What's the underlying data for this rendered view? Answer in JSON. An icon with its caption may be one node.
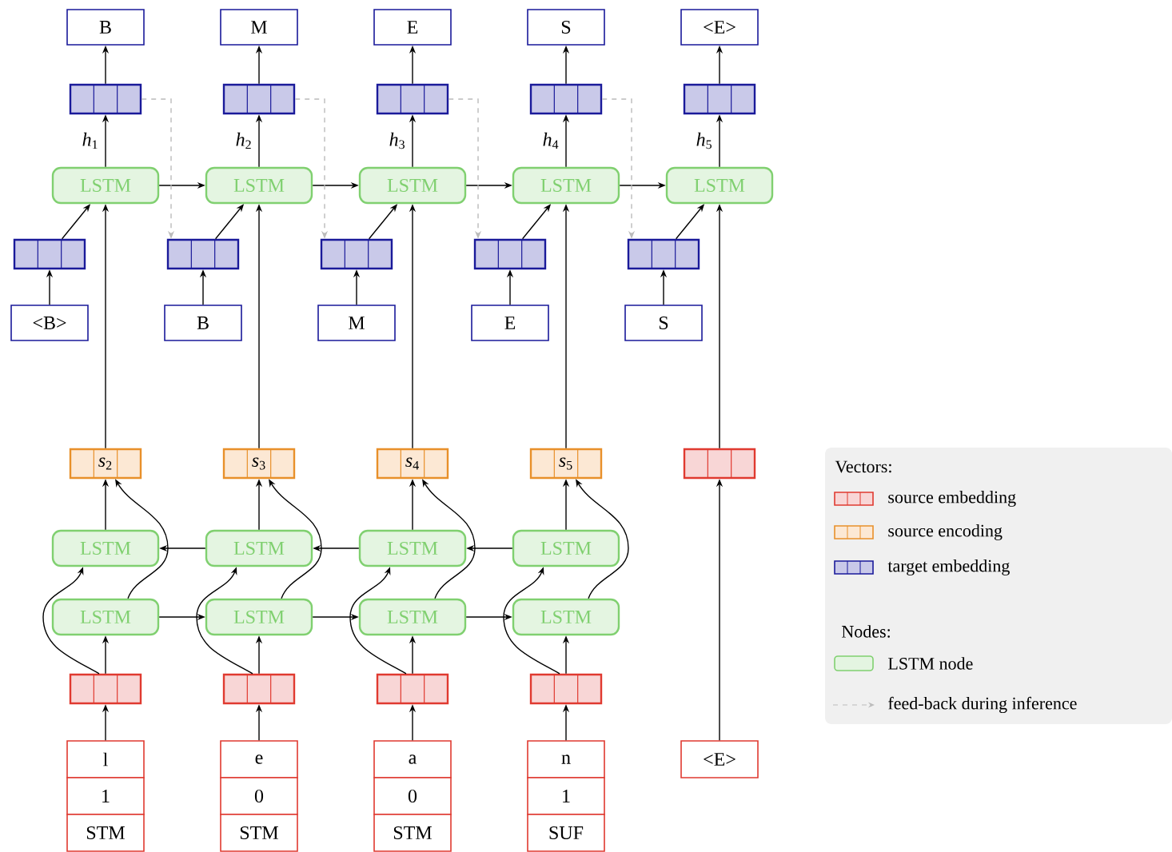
{
  "diagram": {
    "nodes": [
      {
        "text": [
          "B"
        ]
      },
      {
        "text": [
          "M"
        ]
      },
      {
        "text": [
          "E"
        ]
      },
      {
        "text": [
          "S"
        ]
      },
      {
        "text": [
          "<E>"
        ]
      },
      {
        "text": [],
        "shape": "box"
      },
      {
        "text": [],
        "shape": "box"
      },
      {
        "text": [],
        "shape": "box"
      },
      {
        "text": [],
        "shape": "box"
      },
      {
        "text": [],
        "shape": "box"
      },
      {
        "text": [
          "LSTM"
        ]
      },
      {
        "text": [
          "LSTM"
        ]
      },
      {
        "text": [
          "LSTM"
        ]
      },
      {
        "text": [
          "LSTM"
        ]
      },
      {
        "text": [
          "LSTM"
        ]
      },
      {
        "text": [],
        "shape": "box"
      },
      {
        "text": [],
        "shape": "box"
      },
      {
        "text": [],
        "shape": "box"
      },
      {
        "text": [],
        "shape": "box"
      },
      {
        "text": [],
        "shape": "box"
      },
      {
        "text": [
          "<B>"
        ]
      },
      {
        "text": [
          "B"
        ]
      },
      {
        "text": [
          "M"
        ]
      },
      {
        "text": [
          "E"
        ]
      },
      {
        "text": [
          "S"
        ]
      },
      {
        "text": [
          "*s*$_{2}$"
        ]
      },
      {
        "text": [
          "*s*$_{3}$"
        ]
      },
      {
        "text": [
          "*s*$_{4}$"
        ]
      },
      {
        "text": [
          "*s*$_{5}$"
        ]
      },
      {
        "text": [],
        "shape": "box"
      },
      {
        "text": [
          "LSTM"
        ]
      },
      {
        "text": [
          "LSTM"
        ]
      },
      {
        "text": [
          "LSTM"
        ]
      },
      {
        "text": [
          "LSTM"
        ]
      },
      {
        "text": [
          "LSTM"
        ]
      },
      {
        "text": [
          "LSTM"
        ]
      },
      {
        "text": [
          "LSTM"
        ]
      },
      {
        "text": [
          "LSTM"
        ]
      },
      {
        "text": [],
        "shape": "box"
      },
      {
        "text": [],
        "shape": "box"
      },
      {
        "text": [],
        "shape": "box"
      },
      {
        "text": [],
        "shape": "box"
      },
      {
        "text": [
          "l"
        ]
      },
      {
        "text": [
          "e"
        ]
      },
      {
        "text": [
          "a"
        ]
      },
      {
        "text": [
          "n"
        ]
      },
      {
        "text": [
          "<E>"
        ]
      },
      {
        "text": [
          "1"
        ]
      },
      {
        "text": [
          "0"
        ]
      },
      {
        "text": [
          "0"
        ]
      },
      {
        "text": [
          "1"
        ]
      },
      {
        "text": [
          "STM"
        ]
      },
      {
        "text": [
          "STM"
        ]
      },
      {
        "text": [
          "STM"
        ]
      },
      {
        "text": [
          "SUF"
        ]
      }
    ],
    "edges": [
      {
        "from": 10,
        "to": 5,
        "arrow": "to",
        "label": "*h*$_{1}$"
      },
      {
        "from": 11,
        "to": 6,
        "arrow": "to",
        "label": "*h*$_{2}$"
      },
      {
        "from": 12,
        "to": 7,
        "arrow": "to",
        "label": "*h*$_{3}$"
      },
      {
        "from": 13,
        "to": 8,
        "arrow": "to",
        "label": "*h*$_{4}$"
      },
      {
        "from": 14,
        "to": 9,
        "arrow": "to",
        "label": "*h*$_{5}$"
      },
      {
        "from": 5,
        "to": 0,
        "arrow": "to"
      },
      {
        "from": 6,
        "to": 1,
        "arrow": "to"
      },
      {
        "from": 7,
        "to": 2,
        "arrow": "to"
      },
      {
        "from": 8,
        "to": 3,
        "arrow": "to"
      },
      {
        "from": 9,
        "to": 4,
        "arrow": "to"
      },
      {
        "from": 20,
        "to": 15,
        "arrow": "to"
      },
      {
        "from": 21,
        "to": 16,
        "arrow": "to"
      },
      {
        "from": 22,
        "to": 17,
        "arrow": "to"
      },
      {
        "from": 23,
        "to": 18,
        "arrow": "to"
      },
      {
        "from": 24,
        "to": 19,
        "arrow": "to"
      },
      {
        "from": 15,
        "to": 10,
        "arrow": "to"
      },
      {
        "from": 16,
        "to": 11,
        "arrow": "to"
      },
      {
        "from": 17,
        "to": 12,
        "arrow": "to"
      },
      {
        "from": 18,
        "to": 13,
        "arrow": "to"
      },
      {
        "from": 19,
        "to": 14,
        "arrow": "to"
      },
      {
        "from": 10,
        "to": 11,
        "arrow": "to"
      },
      {
        "from": 11,
        "to": 12,
        "arrow": "to"
      },
      {
        "from": 12,
        "to": 13,
        "arrow": "to"
      },
      {
        "from": 13,
        "to": 14,
        "arrow": "to"
      },
      {
        "from": 5,
        "to": 16,
        "arrow": "to",
        "style": "dashed",
        "color": "#bbbbbb"
      },
      {
        "from": 6,
        "to": 17,
        "arrow": "to",
        "style": "dashed",
        "color": "#bbbbbb"
      },
      {
        "from": 7,
        "to": 18,
        "arrow": "to",
        "style": "dashed",
        "color": "#bbbbbb"
      },
      {
        "from": 8,
        "to": 19,
        "arrow": "to",
        "style": "dashed",
        "color": "#bbbbbb"
      },
      {
        "from": 25,
        "to": 10,
        "arrow": "to"
      },
      {
        "from": 26,
        "to": 11,
        "arrow": "to"
      },
      {
        "from": 27,
        "to": 12,
        "arrow": "to"
      },
      {
        "from": 28,
        "to": 13,
        "arrow": "to"
      },
      {
        "from": 29,
        "to": 14,
        "arrow": "to"
      },
      {
        "from": 42,
        "to": 38,
        "arrow": "to"
      },
      {
        "from": 43,
        "to": 39,
        "arrow": "to"
      },
      {
        "from": 44,
        "to": 40,
        "arrow": "to"
      },
      {
        "from": 45,
        "to": 41,
        "arrow": "to"
      },
      {
        "from": 46,
        "to": 29,
        "arrow": "to"
      },
      {
        "from": 38,
        "to": 34,
        "arrow": "to"
      },
      {
        "from": 39,
        "to": 35,
        "arrow": "to"
      },
      {
        "from": 40,
        "to": 36,
        "arrow": "to"
      },
      {
        "from": 41,
        "to": 37,
        "arrow": "to"
      },
      {
        "from": 38,
        "to": 30,
        "arrow": "to"
      },
      {
        "from": 39,
        "to": 31,
        "arrow": "to"
      },
      {
        "from": 40,
        "to": 32,
        "arrow": "to"
      },
      {
        "from": 41,
        "to": 33,
        "arrow": "to"
      },
      {
        "from": 34,
        "to": 25,
        "arrow": "to"
      },
      {
        "from": 35,
        "to": 26,
        "arrow": "to"
      },
      {
        "from": 36,
        "to": 27,
        "arrow": "to"
      },
      {
        "from": 37,
        "to": 28,
        "arrow": "to"
      },
      {
        "from": 30,
        "to": 25,
        "arrow": "to"
      },
      {
        "from": 31,
        "to": 26,
        "arrow": "to"
      },
      {
        "from": 32,
        "to": 27,
        "arrow": "to"
      },
      {
        "from": 33,
        "to": 28,
        "arrow": "to"
      },
      {
        "from": 34,
        "to": 35,
        "arrow": "to"
      },
      {
        "from": 35,
        "to": 36,
        "arrow": "to"
      },
      {
        "from": 36,
        "to": 37,
        "arrow": "to"
      },
      {
        "from": 31,
        "to": 30,
        "arrow": "to"
      },
      {
        "from": 32,
        "to": 31,
        "arrow": "to"
      },
      {
        "from": 33,
        "to": 32,
        "arrow": "to"
      }
    ],
    "labels": [
      "Vectors:",
      "Nodes:"
    ],
    "legend": [
      {
        "text": "source embedding",
        "color": "#f8d6d6"
      },
      {
        "text": "source encoding",
        "color": "#fce8d4"
      },
      {
        "text": "target embedding",
        "color": "#c9c9e9"
      },
      {
        "text": "LSTM node",
        "color": "#e4f5e1"
      },
      {
        "text": "feed-back during inference"
      }
    ]
  }
}
